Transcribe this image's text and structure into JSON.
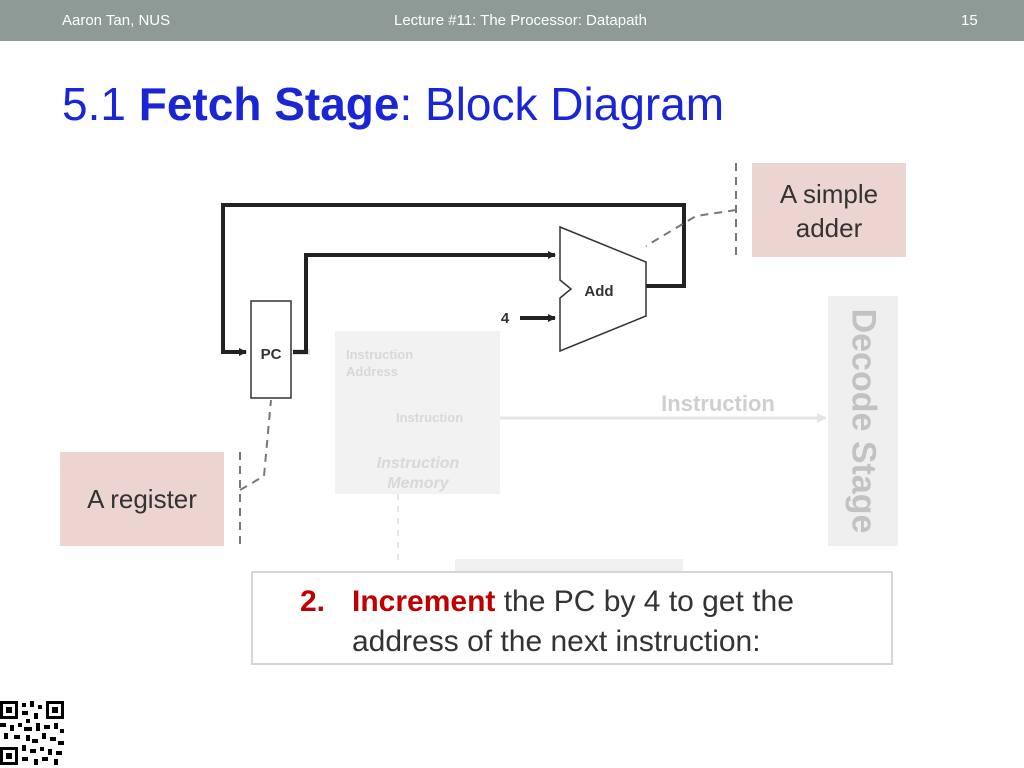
{
  "header": {
    "author": "Aaron Tan, NUS",
    "lecture": "Lecture #11: The Processor: Datapath",
    "page": "15"
  },
  "title": {
    "number": "5.1",
    "bold": "Fetch Stage",
    "rest": ": Block Diagram"
  },
  "diagram": {
    "add_label": "Add",
    "const_four": "4",
    "pc_label": "PC",
    "imem_instruction_address_line1": "Instruction",
    "imem_instruction_address_line2": "Address",
    "imem_instruction_out": "Instruction",
    "imem_title_line1": "Instruction",
    "imem_title_line2": "Memory",
    "instruction_arrow_label": "Instruction",
    "decode_stage": "Decode Stage"
  },
  "callouts": {
    "adder_line1": "A simple",
    "adder_line2": "adder",
    "register": "A register"
  },
  "note": {
    "number": "2.",
    "keyword": "Increment",
    "text": " the PC by 4 to get the address of the next instruction:"
  },
  "colors": {
    "title": "#1a26d6",
    "header_bg": "#8e9a95",
    "highlight": "#c00000",
    "callout_bg": "#ecd5d1"
  }
}
